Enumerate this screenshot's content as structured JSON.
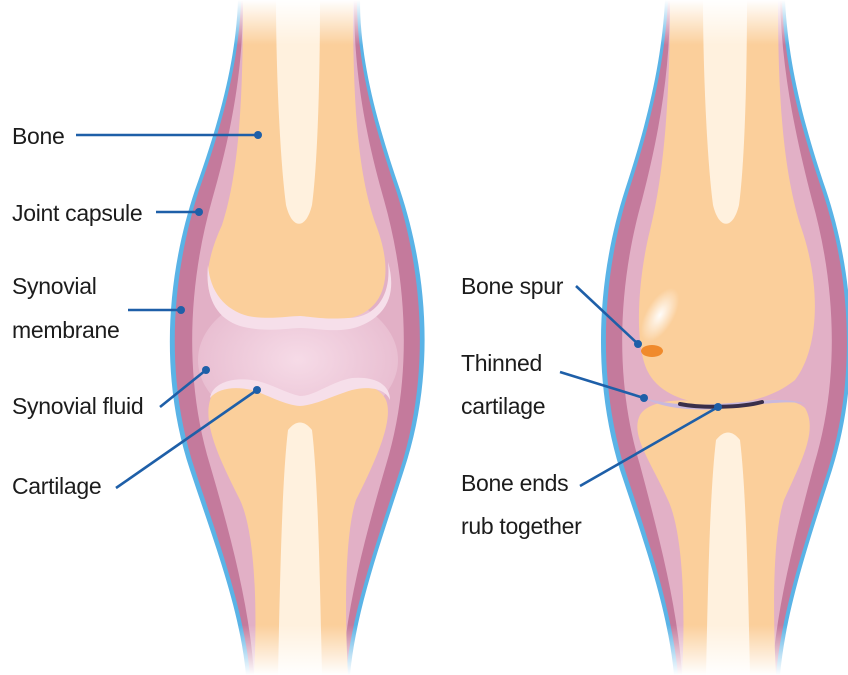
{
  "healthy_joint": {
    "labels": {
      "bone": "Bone",
      "joint_capsule": "Joint capsule",
      "synovial_membrane_line1": "Synovial",
      "synovial_membrane_line2": "membrane",
      "synovial_fluid": "Synovial fluid",
      "cartilage": "Cartilage"
    }
  },
  "osteoarthritic_joint": {
    "labels": {
      "bone_spur": "Bone spur",
      "thinned_cartilage_line1": "Thinned",
      "thinned_cartilage_line2": "cartilage",
      "bone_ends_line1": "Bone ends",
      "bone_ends_line2": "rub together"
    }
  },
  "colors": {
    "bone": "#fbcf9b",
    "bone_shaft_highlight": "#fff5e6",
    "capsule_outline": "#5ab3e6",
    "capsule_outer": "#c47a9c",
    "synovial_membrane": "#e2b0c6",
    "synovial_fluid": "#eec7d8",
    "cartilage": "#f6dfea",
    "leader_lines": "#1e5fa8",
    "bone_spur": "#f08a2c",
    "bone_contact": "#3a2f4a"
  }
}
